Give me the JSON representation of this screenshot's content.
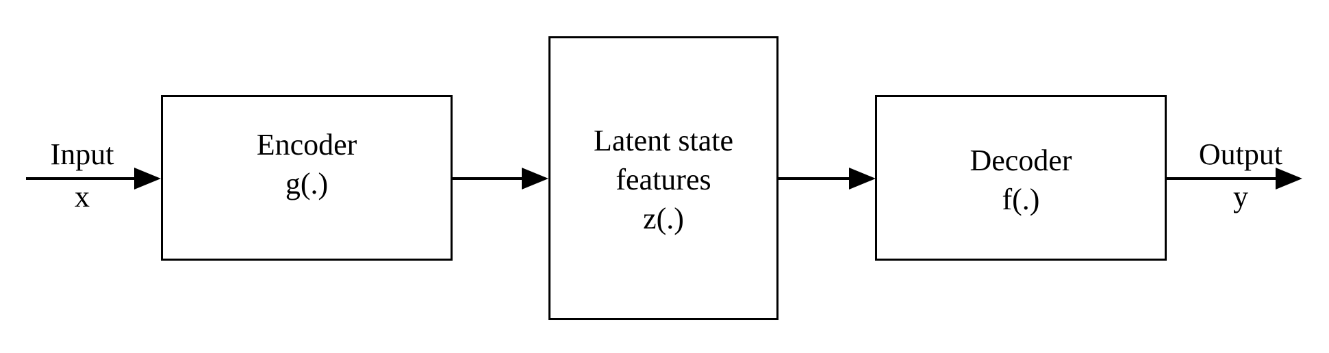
{
  "diagram": {
    "title": "autoencoder-block-diagram",
    "background_color": "#ffffff",
    "line_color": "#000000",
    "nodes": [
      {
        "id": "encoder",
        "lines": [
          "Encoder",
          "g(.)"
        ]
      },
      {
        "id": "latent",
        "lines": [
          "Latent state",
          "features",
          "z(.)"
        ]
      },
      {
        "id": "decoder",
        "lines": [
          "Decoder",
          "f(.)"
        ]
      }
    ],
    "edges": {
      "input": {
        "label": "Input",
        "symbol": "x"
      },
      "encoder_to_latent": {
        "label": ""
      },
      "latent_to_decoder": {
        "label": ""
      },
      "output": {
        "label": "Output",
        "symbol": "y"
      }
    }
  }
}
